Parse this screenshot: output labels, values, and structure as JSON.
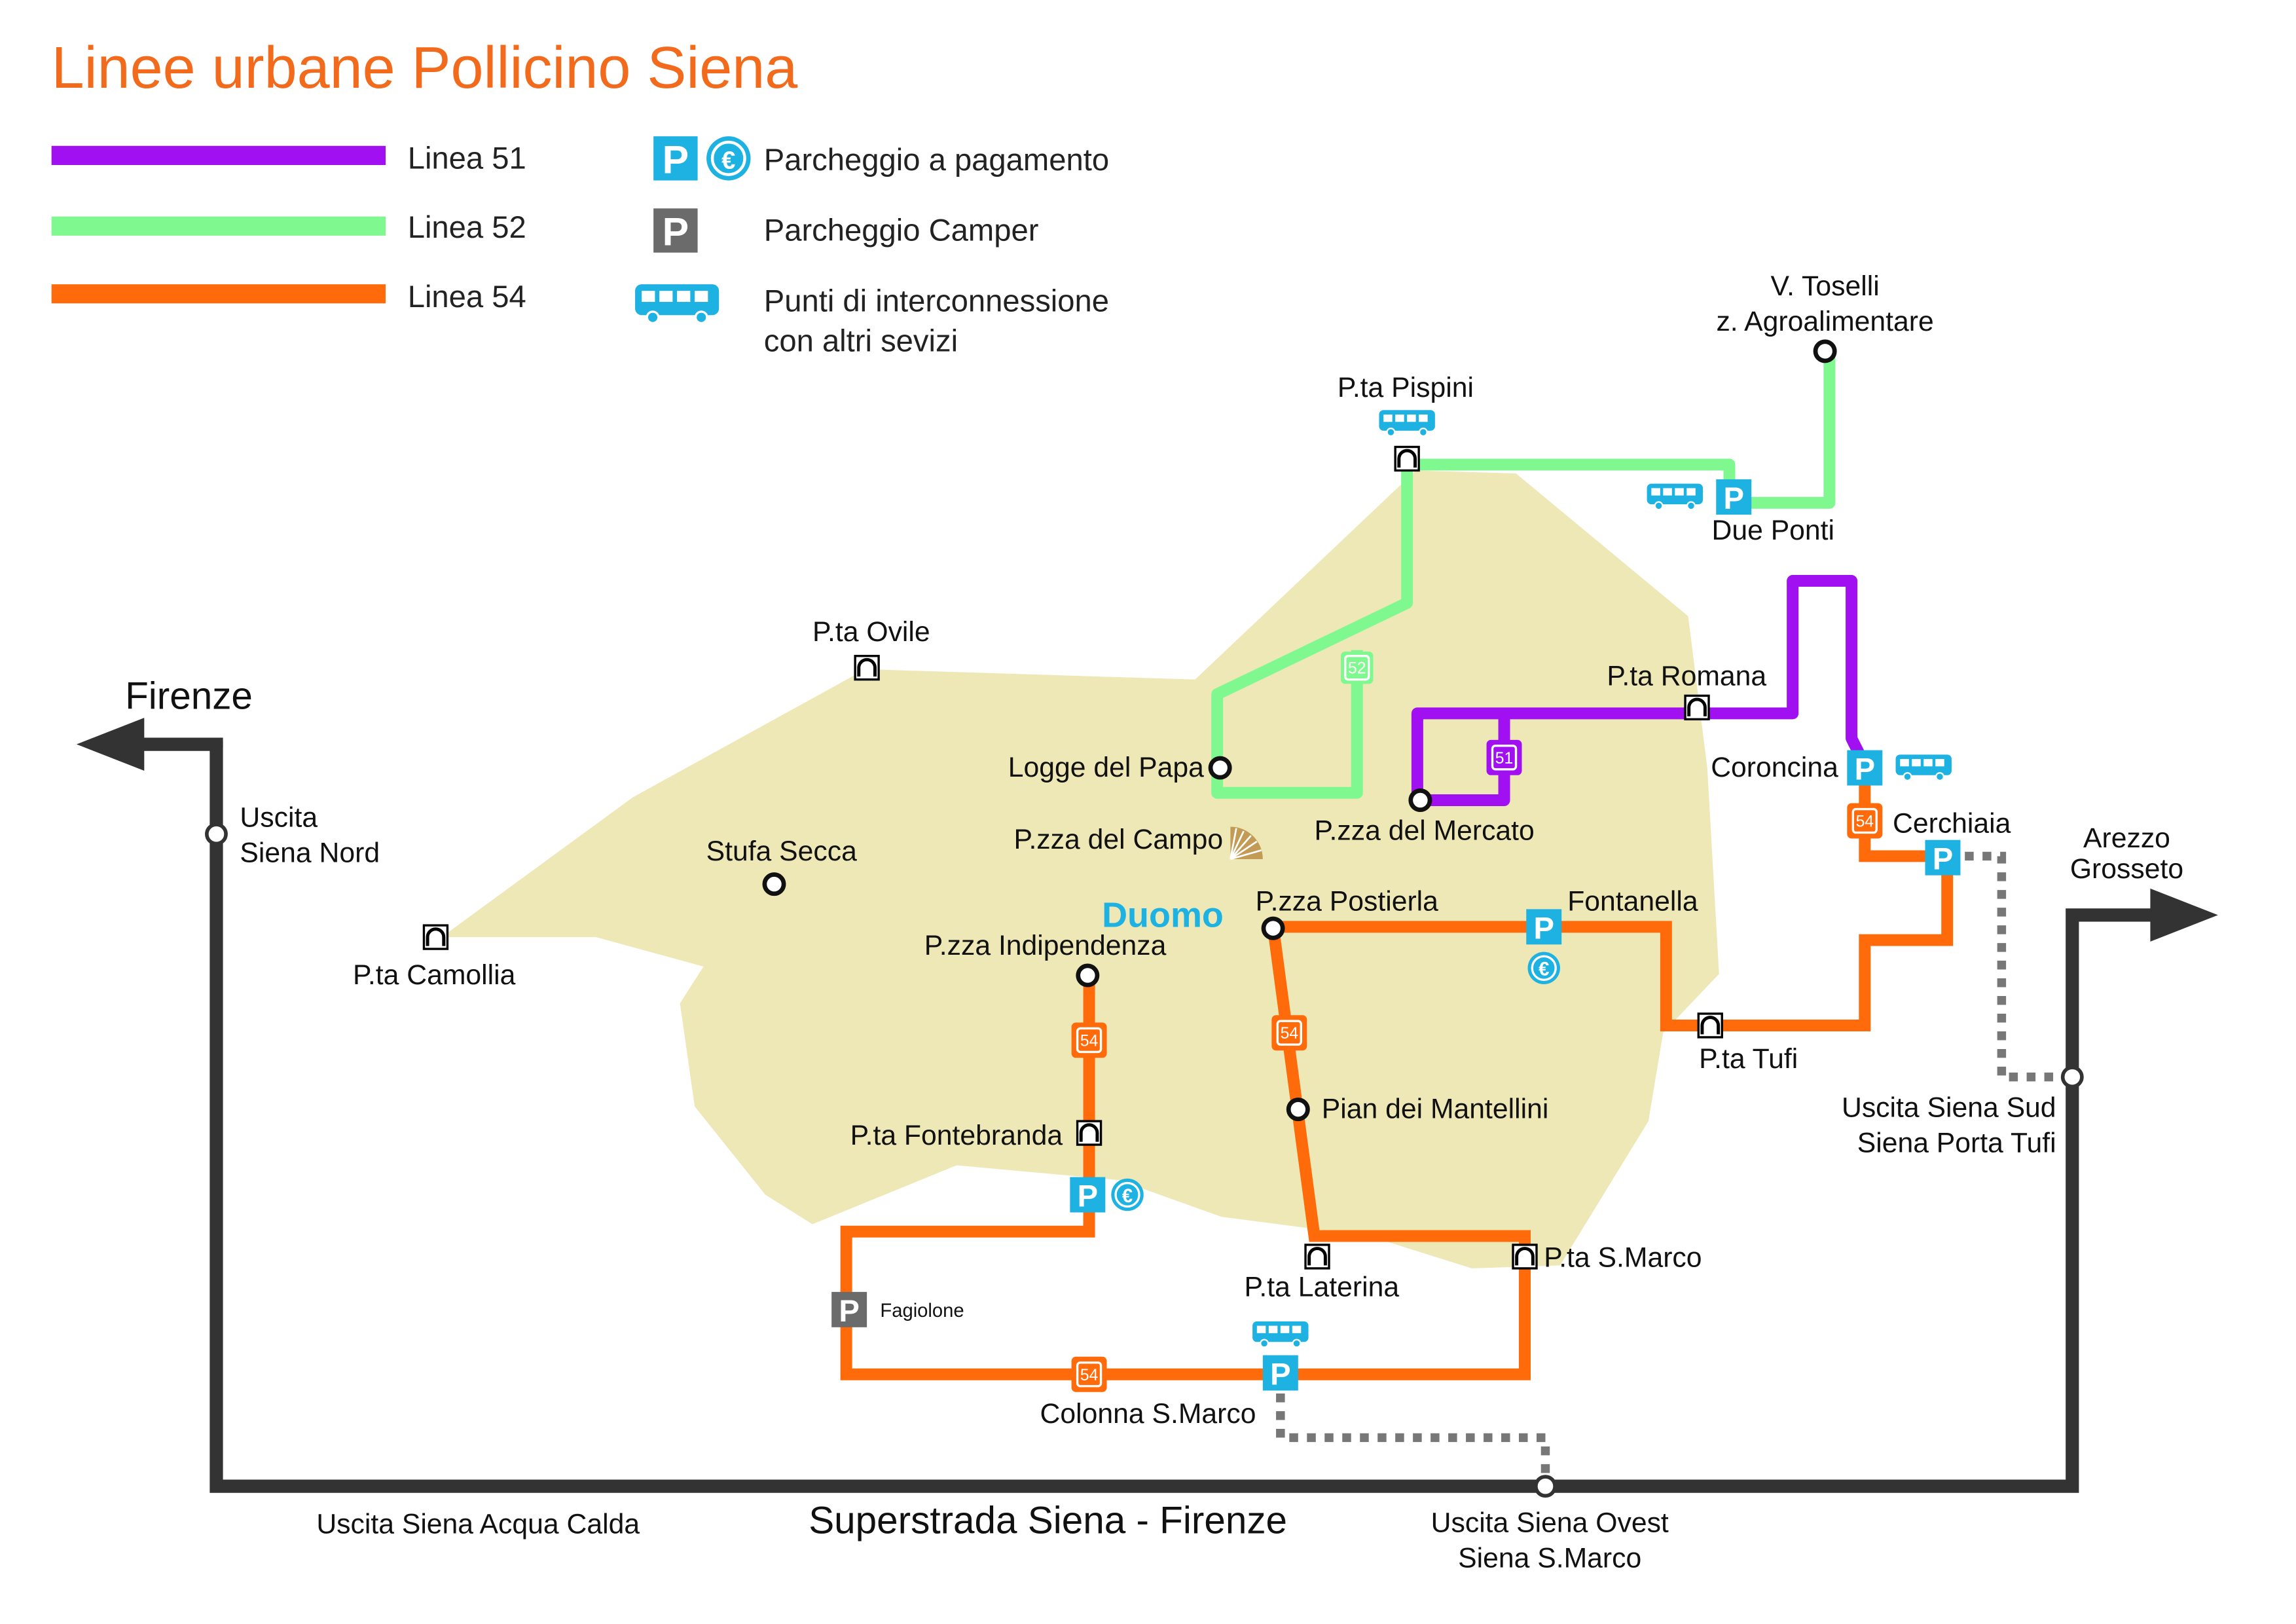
{
  "title": "Linee urbane Pollicino Siena",
  "colors": {
    "title": "#F26A1B",
    "line51": "#A010F0",
    "line52": "#80F890",
    "line54": "#FF6A0A",
    "road": "#333333",
    "city_area": "#EEE8B6",
    "parking": "#1EB2E3",
    "camper": "#6B6B6B",
    "duomo": "#1EB2E3",
    "campo": "#C39B55"
  },
  "legend": {
    "lines": [
      {
        "label": "Linea 51",
        "color": "#A010F0"
      },
      {
        "label": "Linea 52",
        "color": "#80F890"
      },
      {
        "label": "Linea 54",
        "color": "#FF6A0A"
      }
    ],
    "paid_parking": "Parcheggio a pagamento",
    "camper_parking": "Parcheggio Camper",
    "interchange_line1": "Punti di interconnessione",
    "interchange_line2": "con altri sevizi"
  },
  "icons": {
    "parking_letter": "P",
    "euro_symbol": "€",
    "badge_51": "51",
    "badge_52": "52",
    "badge_54": "54"
  },
  "labels": {
    "firenze": "Firenze",
    "arezzo": "Arezzo",
    "grosseto": "Grosseto",
    "uscita_nord_1": "Uscita",
    "uscita_nord_2": "Siena Nord",
    "acqua_calda": "Uscita Siena Acqua Calda",
    "superstrada": "Superstrada Siena - Firenze",
    "uscita_ovest_1": "Uscita Siena Ovest",
    "uscita_ovest_2": "Siena S.Marco",
    "uscita_sud_1": "Uscita Siena Sud",
    "uscita_sud_2": "Siena Porta Tufi",
    "toselli_1": "V. Toselli",
    "toselli_2": "z.  Agroalimentare",
    "pispini": "P.ta Pispini",
    "due_ponti": "Due Ponti",
    "ovile": "P.ta Ovile",
    "romana": "P.ta Romana",
    "logge": "Logge del Papa",
    "coroncina": "Coroncina",
    "mercato": "P.zza del Mercato",
    "cerchiaia": "Cerchiaia",
    "campo": "P.zza del Campo",
    "stufa": "Stufa Secca",
    "camollia": "P.ta Camollia",
    "duomo": "Duomo",
    "postierla": "P.zza Postierla",
    "fontanella": "Fontanella",
    "indipendenza": "P.zza Indipendenza",
    "tufi": "P.ta Tufi",
    "mantellini": "Pian dei Mantellini",
    "fontebranda": "P.ta Fontebranda",
    "laterina": "P.ta Laterina",
    "smarco": "P.ta S.Marco",
    "fagiolone": "Fagiolone",
    "colonna": "Colonna S.Marco"
  }
}
